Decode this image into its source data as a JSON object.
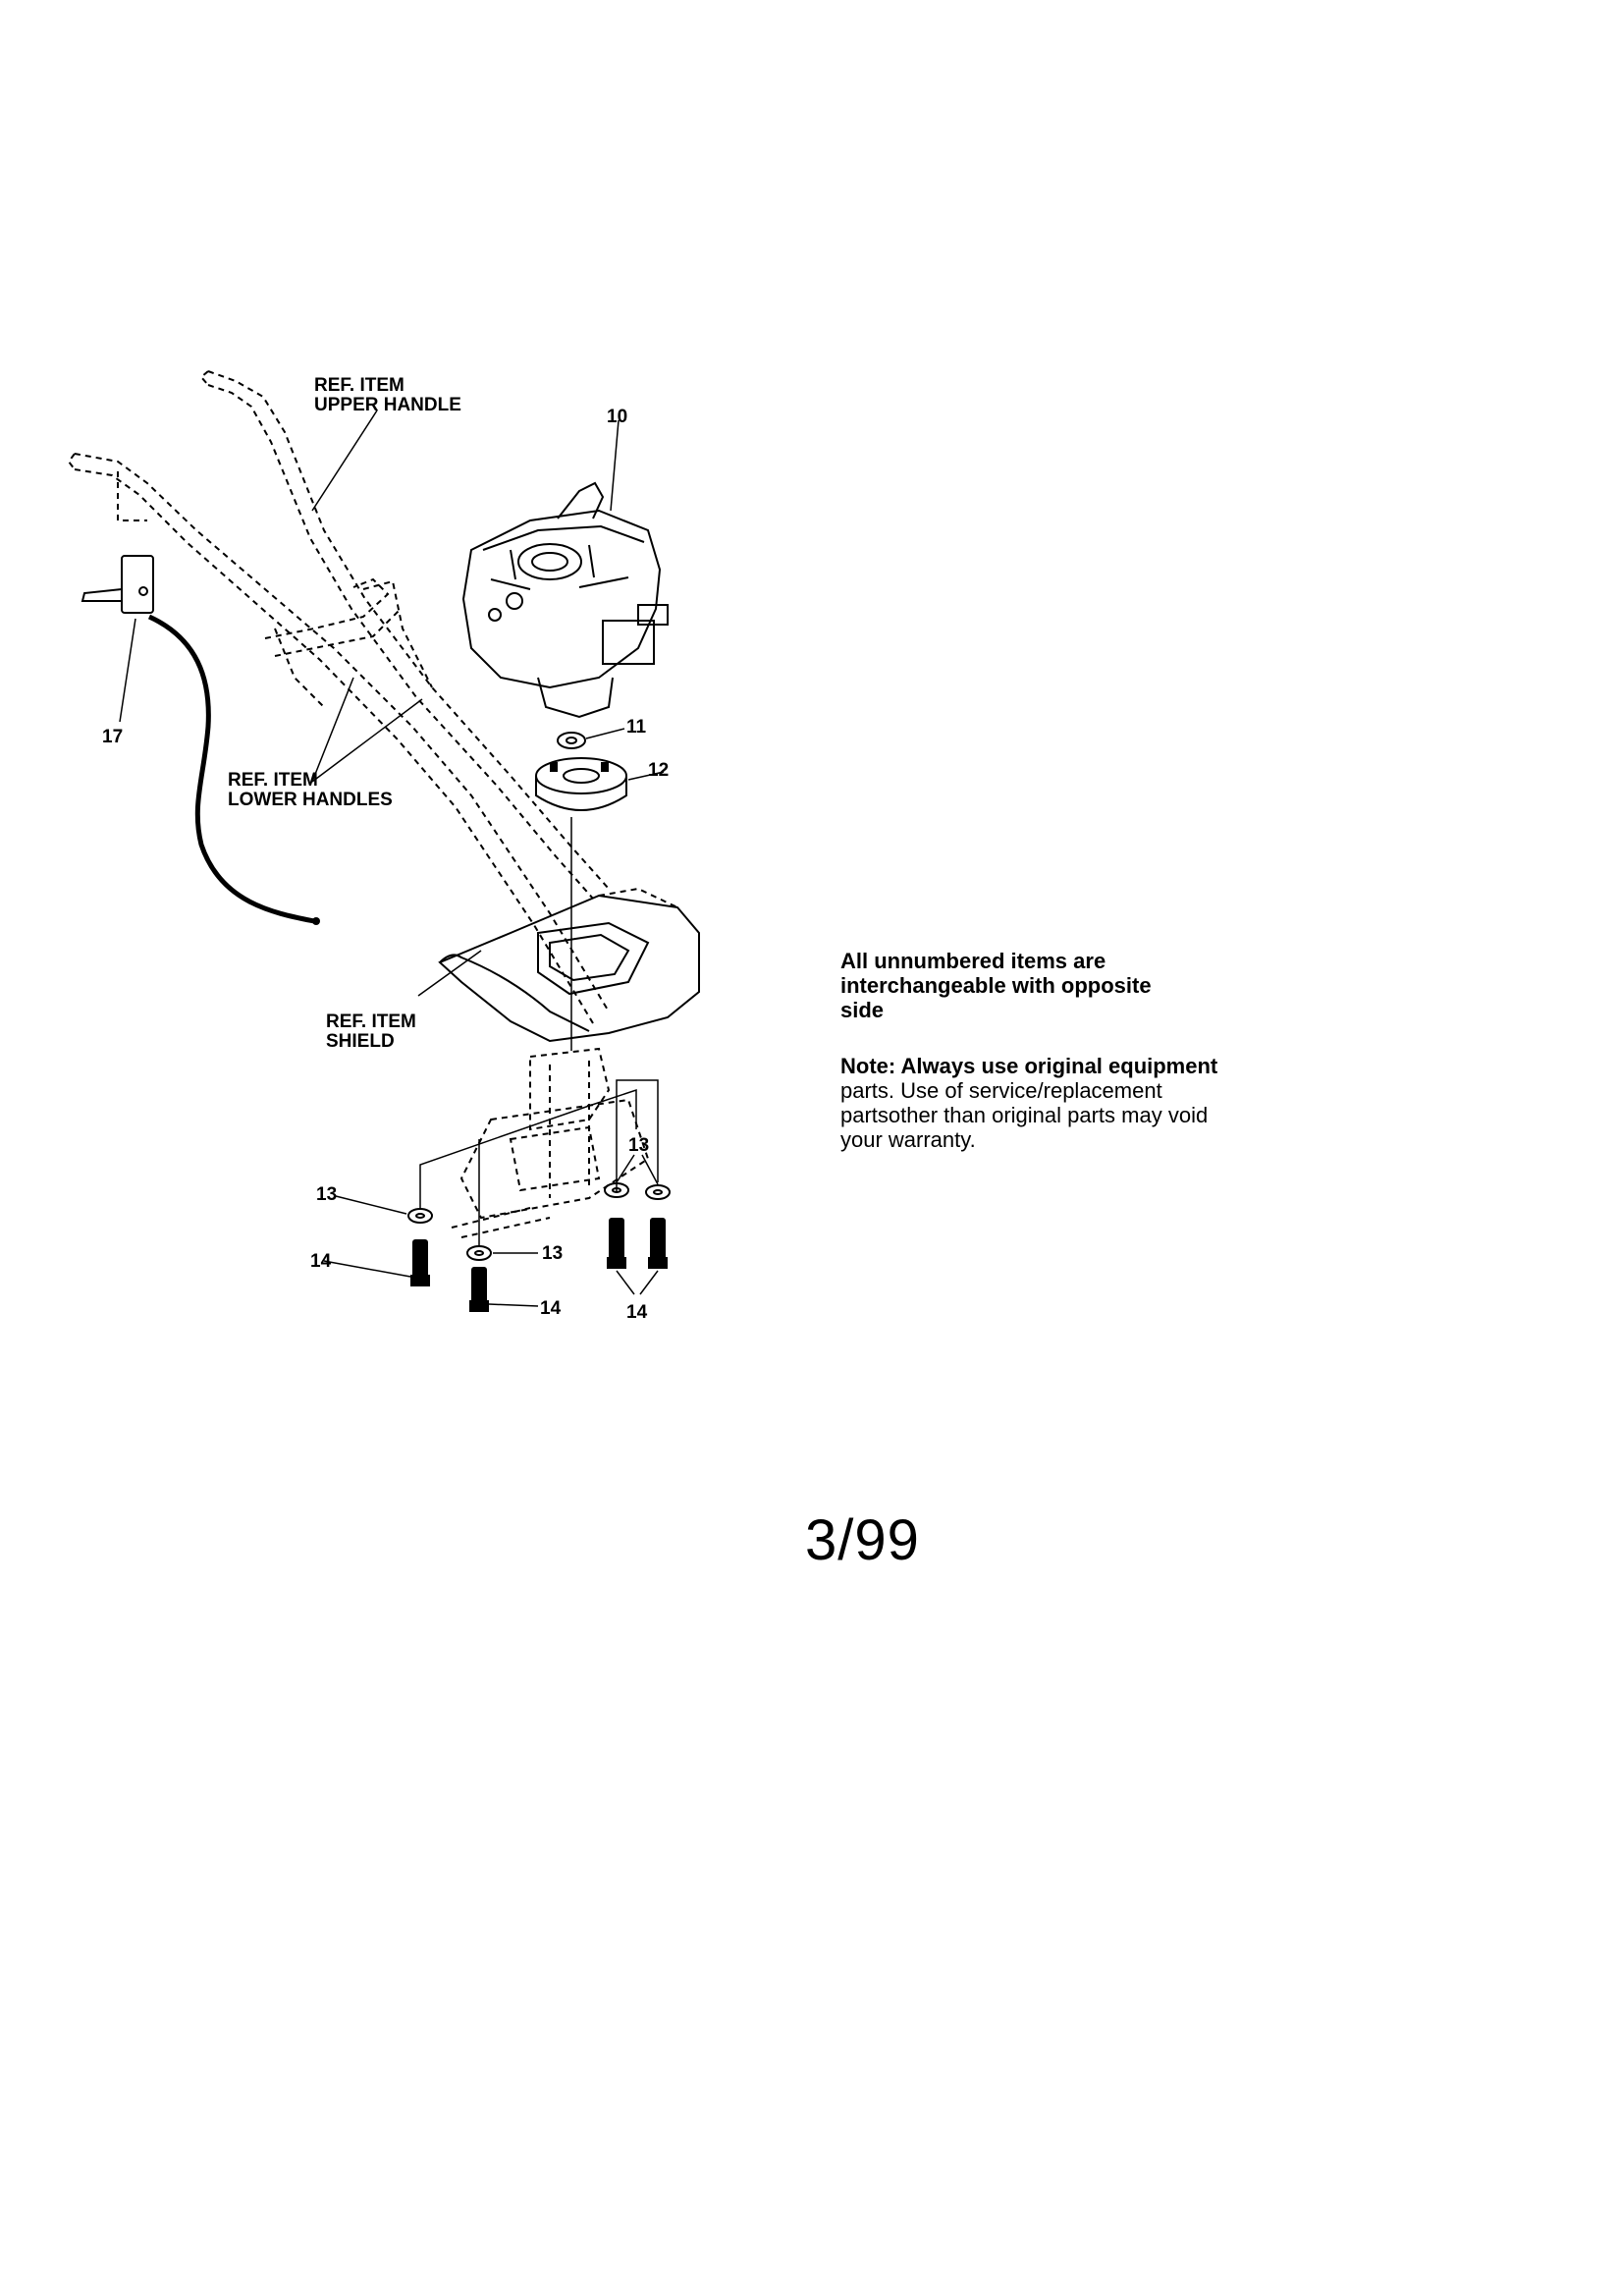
{
  "labels": {
    "upper_handle_ref": "REF. ITEM",
    "upper_handle_name": "UPPER HANDLE",
    "lower_handles_ref": "REF. ITEM",
    "lower_handles_name": "LOWER HANDLES",
    "shield_ref": "REF. ITEM",
    "shield_name": "SHIELD"
  },
  "callouts": {
    "engine": "10",
    "washer_11": "11",
    "hub_12": "12",
    "switch_17": "17",
    "washer_left": "13",
    "washer_mid": "13",
    "washer_right": "13",
    "bolt_left": "14",
    "bolt_mid": "14",
    "bolt_right": "14"
  },
  "notes": {
    "line1": "All unnumbered items are",
    "line2": "interchangeable with opposite",
    "line3": "side",
    "note_bold": "Note: Always use original equipment",
    "note_bold2": "parts.",
    "note_rest1": " Use of service/replacement",
    "note_rest2": "partsother than  original parts may void",
    "note_rest3": "your warranty."
  },
  "date_code": "3/99"
}
